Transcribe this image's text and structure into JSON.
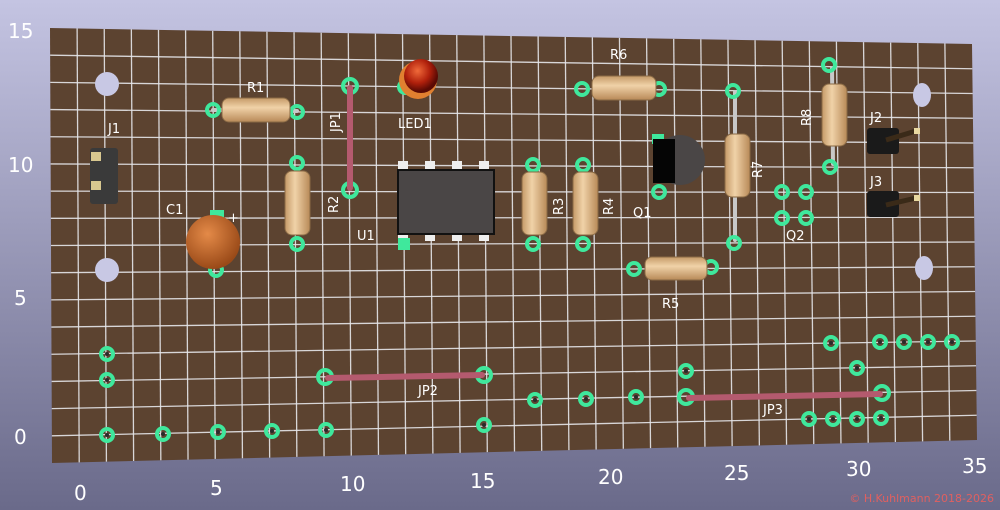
{
  "board": {
    "colors": {
      "board": "#5c4330",
      "grid": "#e6e6ea",
      "pad": "#3fe89c",
      "resistor": "#ddb98a",
      "wire": "#b45a6e",
      "background_top": "#c4c4e2",
      "background_bottom": "#6a6a8a"
    },
    "grid_columns": 34,
    "grid_rows": 16
  },
  "axes": {
    "y_ticks": [
      "15",
      "10",
      "5",
      "0"
    ],
    "x_ticks": [
      "0",
      "5",
      "10",
      "15",
      "20",
      "25",
      "30",
      "35"
    ]
  },
  "components": {
    "J1": "J1",
    "R1": "R1",
    "JP1": "JP1",
    "LED1": "LED1",
    "R2": "R2",
    "C1": "C1",
    "U1": "U1",
    "R3": "R3",
    "R4": "R4",
    "R6": "R6",
    "Q1": "Q1",
    "R7": "R7",
    "R8": "R8",
    "J2": "J2",
    "J3": "J3",
    "Q2": "Q2",
    "R5": "R5",
    "JP2": "JP2",
    "JP3": "JP3",
    "C1_polarity": "+"
  },
  "copyright": "© H.Kuhlmann 2018-2026"
}
